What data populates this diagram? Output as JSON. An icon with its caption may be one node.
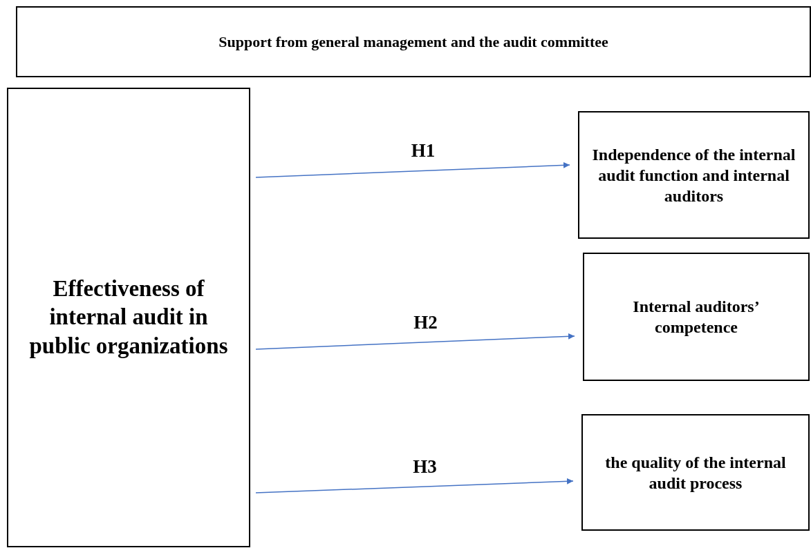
{
  "diagram": {
    "nodes": [
      {
        "text": [
          "Support from general management and the audit committee"
        ]
      },
      {
        "text": [
          "Effectiveness of internal audit in public organizations"
        ]
      },
      {
        "text": [
          "Independence of the internal audit function and internal auditors"
        ]
      },
      {
        "text": [
          "Internal auditors’ competence"
        ]
      },
      {
        "text": [
          "the quality of the internal audit process"
        ]
      }
    ],
    "edges": [
      {
        "from": 1,
        "to": 2,
        "arrow": "to",
        "label": "H1"
      },
      {
        "from": 1,
        "to": 3,
        "arrow": "to",
        "label": "H2"
      },
      {
        "from": 1,
        "to": 4,
        "arrow": "to",
        "label": "H3"
      }
    ]
  }
}
